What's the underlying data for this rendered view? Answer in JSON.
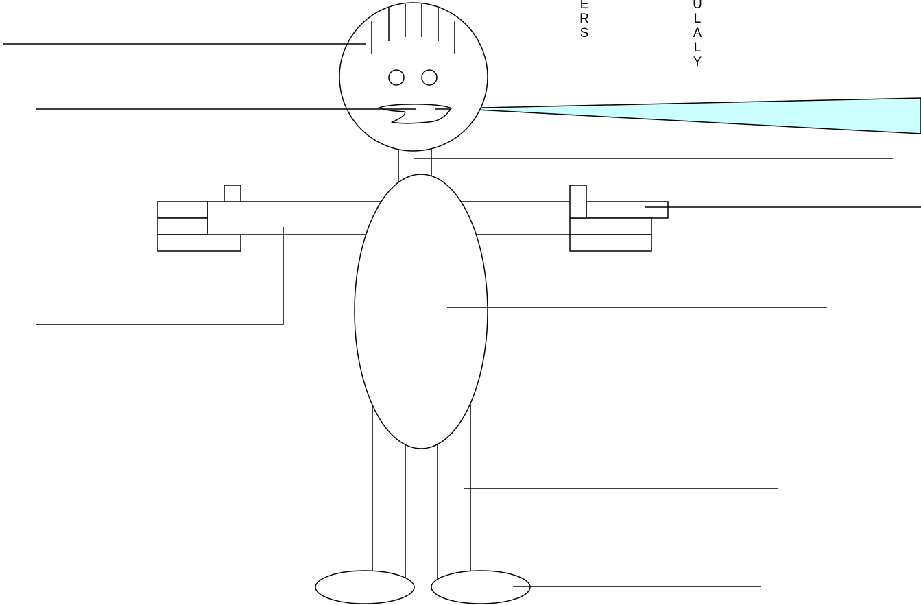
{
  "diagram": {
    "type": "labeling-worksheet",
    "subject": "stick figure",
    "colors": {
      "stroke": "#000000",
      "background": "#ffffff",
      "beam_fill": "#ccffff"
    },
    "parts": [
      "hair",
      "eyes",
      "mouth",
      "head",
      "neck",
      "arms",
      "hands",
      "fingers",
      "thumbs",
      "body",
      "legs",
      "feet"
    ],
    "label_lines_count": 8,
    "blank_labels": [
      "",
      "",
      "",
      "",
      "",
      "",
      "",
      ""
    ]
  },
  "vertical_texts": [
    {
      "letters": [
        "E",
        "R",
        "S"
      ]
    },
    {
      "letters": [
        "U",
        "L",
        "A",
        "L",
        "Y"
      ]
    }
  ]
}
